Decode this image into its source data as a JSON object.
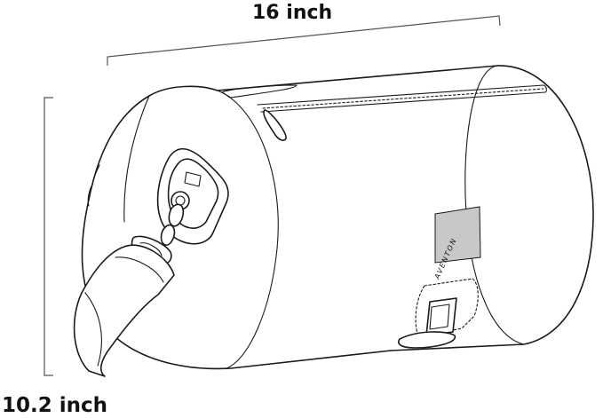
{
  "dimensions": {
    "length": "16 inch",
    "height": "10.2 inch"
  },
  "brand": {
    "name": "AVENTON"
  },
  "colors": {
    "line": "#1a1a1a",
    "label_patch": "#c8c8c8",
    "background": "#ffffff"
  }
}
